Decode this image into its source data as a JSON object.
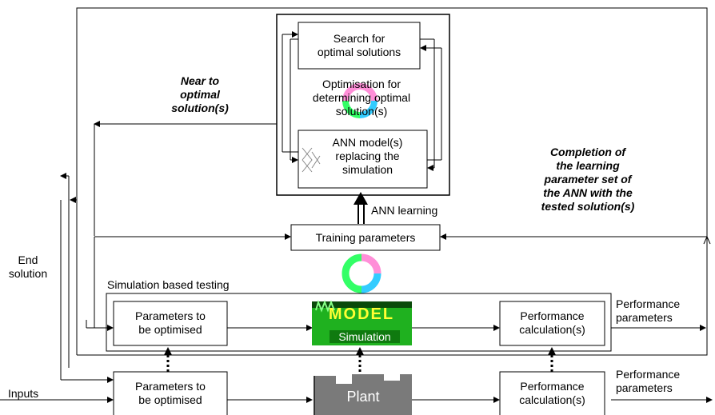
{
  "boxes": {
    "search": "Search for\noptimal solutions",
    "ann_model": "ANN model(s)\nreplacing the\nsimulation",
    "training": "Training parameters",
    "params_sim": "Parameters to\nbe optimised",
    "perf_sim": "Performance\ncalculation(s)",
    "params_plant": "Parameters to\nbe optimised",
    "perf_plant": "Performance\ncalculation(s)"
  },
  "labels": {
    "optimisation": "Optimisation for\ndetermining optimal\nsolution(s)",
    "near_optimal": "Near to\noptimal\nsolution(s)",
    "completion": "Completion of\nthe learning\nparameter set of\nthe ANN with the\ntested solution(s)",
    "ann_learning": "ANN learning",
    "end_solution": "End\nsolution",
    "simulation_testing": "Simulation based testing",
    "perf_params_sim": "Performance\nparameters",
    "perf_params_plant": "Performance\nparameters",
    "inputs": "Inputs"
  },
  "images": {
    "model_logo": "MODEL",
    "model_caption": "Simulation",
    "plant": "Plant"
  },
  "colors": {
    "cycle": [
      "#ff8fd8",
      "#33ccff",
      "#33ff66"
    ],
    "model_bg": "#1fb11f",
    "plant_bg": "#7a7a7a"
  }
}
